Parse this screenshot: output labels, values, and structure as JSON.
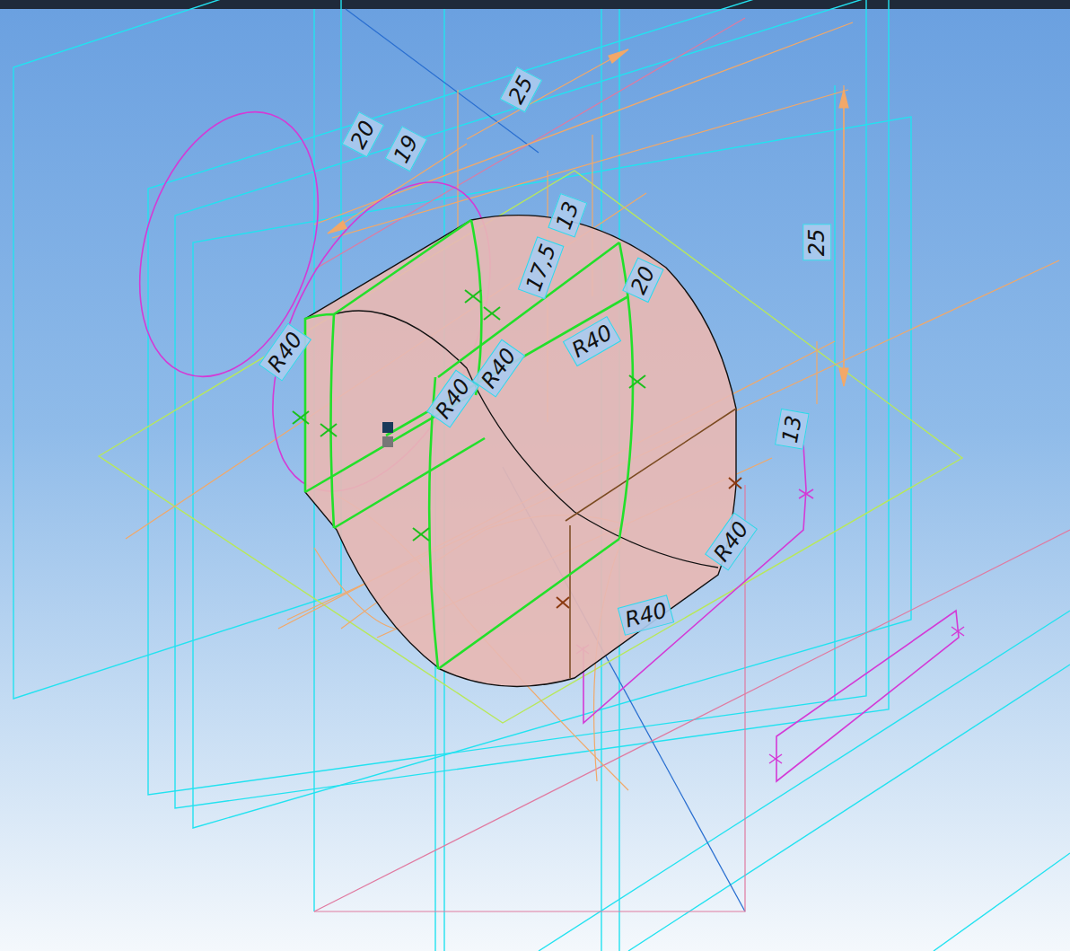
{
  "diagram": {
    "labels": [
      "25",
      "20",
      "19",
      "13",
      "17,5",
      "20",
      "25",
      "R40",
      "R40",
      "R40",
      "R40",
      "13",
      "R40",
      "R40"
    ]
  }
}
